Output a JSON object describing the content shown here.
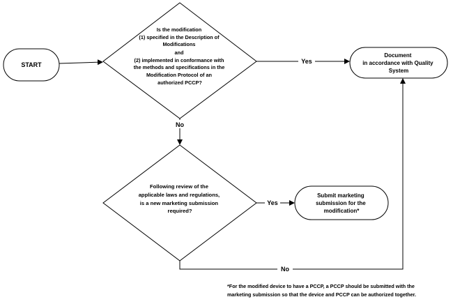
{
  "start": {
    "label": "START"
  },
  "decision1": {
    "lines": [
      "Is the modification",
      "(1) specified in the Description  of",
      "Modifications",
      "and",
      "(2) implemented in conformance with",
      "the methods and specifications  in the",
      "Modification  Protocol of an",
      "authorized PCCP?"
    ]
  },
  "document": {
    "lines": [
      "Document",
      "in accordance with Quality",
      "System"
    ]
  },
  "decision2": {
    "lines": [
      "Following review of the",
      "applicable laws and regulations,",
      "is a new marketing submission",
      "required?"
    ]
  },
  "submit": {
    "lines": [
      "Submit marketing",
      "submission for the",
      "modification*"
    ]
  },
  "edges": {
    "yes1": "Yes",
    "no1": "No",
    "yes2": "Yes",
    "no2": "No"
  },
  "footnote": {
    "lines": [
      "*For the modified device to have a PCCP, a PCCP should be submitted with the",
      "marketing submission so that the device and PCCP can be authorized together."
    ]
  }
}
